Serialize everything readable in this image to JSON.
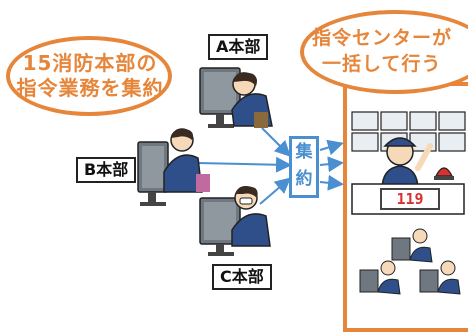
{
  "callout": {
    "line1": "15消防本部の",
    "line2": "指令業務を集約"
  },
  "center_bubble": {
    "line1": "指令センターが",
    "line2": "一括して行う"
  },
  "departments": {
    "a": "A本部",
    "b": "B本部",
    "c": "C本部"
  },
  "consolidation_box": {
    "char1": "集",
    "char2": "約"
  },
  "counter_display": "119",
  "colors": {
    "orange": "#e6863b",
    "blue_arrow": "#4a8fd0",
    "uniform": "#2f4f8a",
    "red_light": "#d93030"
  }
}
